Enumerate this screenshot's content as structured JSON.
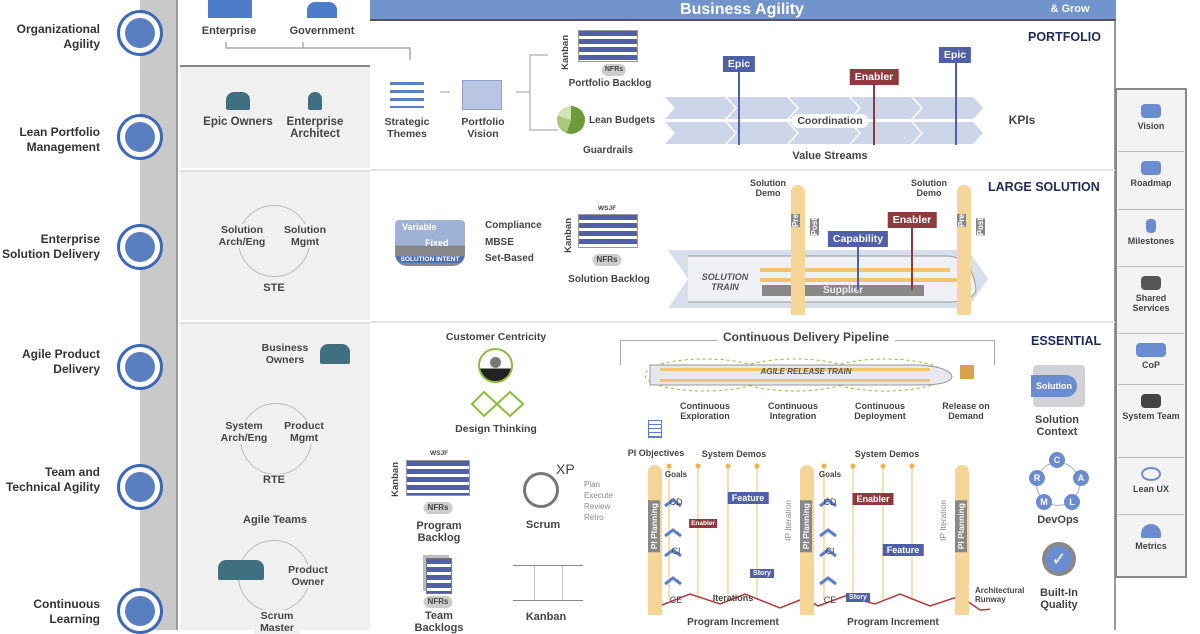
{
  "competencies": [
    "Organizational Agility",
    "Lean Portfolio Management",
    "Enterprise Solution Delivery",
    "Agile Product Delivery",
    "Team and Technical Agility",
    "Continuous Learning"
  ],
  "header": {
    "title": "Business Agility",
    "tagline": "& Grow",
    "enterprise": "Enterprise",
    "government": "Government"
  },
  "portfolio": {
    "heading": "PORTFOLIO",
    "roles": [
      "Epic Owners",
      "Enterprise Architect"
    ],
    "strategic_themes": "Strategic Themes",
    "portfolio_vision": "Portfolio Vision",
    "kanban": "Kanban",
    "nfrs": "NFRs",
    "portfolio_backlog": "Portfolio Backlog",
    "lean_budgets": "Lean Budgets",
    "guardrails": "Guardrails",
    "coordination": "Coordination",
    "kpis": "KPIs",
    "value_streams": "Value Streams",
    "flags": [
      "Epic",
      "Enabler",
      "Epic"
    ]
  },
  "large_solution": {
    "heading": "LARGE SOLUTION",
    "roles": [
      "Solution Arch/Eng",
      "Solution Mgmt",
      "STE"
    ],
    "intent_variable": "Variable",
    "intent_fixed": "Fixed",
    "solution_intent": "SOLUTION INTENT",
    "practices": [
      "Compliance",
      "MBSE",
      "Set-Based"
    ],
    "kanban": "Kanban",
    "wsjf": "WSJF",
    "nfrs": "NFRs",
    "solution_backlog": "Solution Backlog",
    "solution_demo": "Solution Demo",
    "pre": "Pre",
    "post": "Post",
    "capability": "Capability",
    "enabler": "Enabler",
    "solution_train": "SOLUTION TRAIN",
    "supplier": "Supplier"
  },
  "essential": {
    "heading": "ESSENTIAL",
    "business_owners": "Business Owners",
    "roles": [
      "System Arch/Eng",
      "Product Mgmt",
      "RTE"
    ],
    "agile_teams": "Agile Teams",
    "product_owner": "Product Owner",
    "scrum_master": "Scrum Master",
    "customer_centricity": "Customer Centricity",
    "design_thinking": "Design Thinking",
    "kanban": "Kanban",
    "wsjf": "WSJF",
    "nfrs": "NFRs",
    "program_backlog": "Program Backlog",
    "xp": "XP",
    "scrum": "Scrum",
    "scrum_steps": [
      "Plan",
      "Execute",
      "Review",
      "Retro"
    ],
    "team_backlogs": "Team Backlogs",
    "team_kanban": "Kanban",
    "cdp": "Continuous Delivery Pipeline",
    "art": "AGILE RELEASE TRAIN",
    "cdp_stages": [
      "Continuous Exploration",
      "Continuous Integration",
      "Continuous Deployment",
      "Release on Demand"
    ],
    "pi_objectives": "PI Objectives",
    "system_demos": "System Demos",
    "pi_planning": "PI Planning",
    "goals": "Goals",
    "cd": "CD",
    "ci": "CI",
    "ce": "CE",
    "feature": "Feature",
    "enabler": "Enabler",
    "story": "Story",
    "ip_iteration": "IP Iteration",
    "iterations": "Iterations",
    "program_increment": "Program Increment",
    "architectural_runway": "Architectural Runway",
    "solution_context_badge": "Solution",
    "solution_context": "Solution Context",
    "devops": "DevOps",
    "devops_nodes": [
      "C",
      "A",
      "L",
      "M",
      "R"
    ],
    "built_in_quality": "Built-In Quality"
  },
  "spanning_palette": [
    "Vision",
    "Roadmap",
    "Milestones",
    "Shared Services",
    "CoP",
    "System Team",
    "Lean UX",
    "Metrics"
  ],
  "colors": {
    "accent_blue": "#3d68b5",
    "banner": "#7294cc",
    "epic": "#4f5fa8",
    "enabler": "#8e3a3f",
    "milestone": "#f6c879",
    "heading": "#1f2a5c"
  }
}
